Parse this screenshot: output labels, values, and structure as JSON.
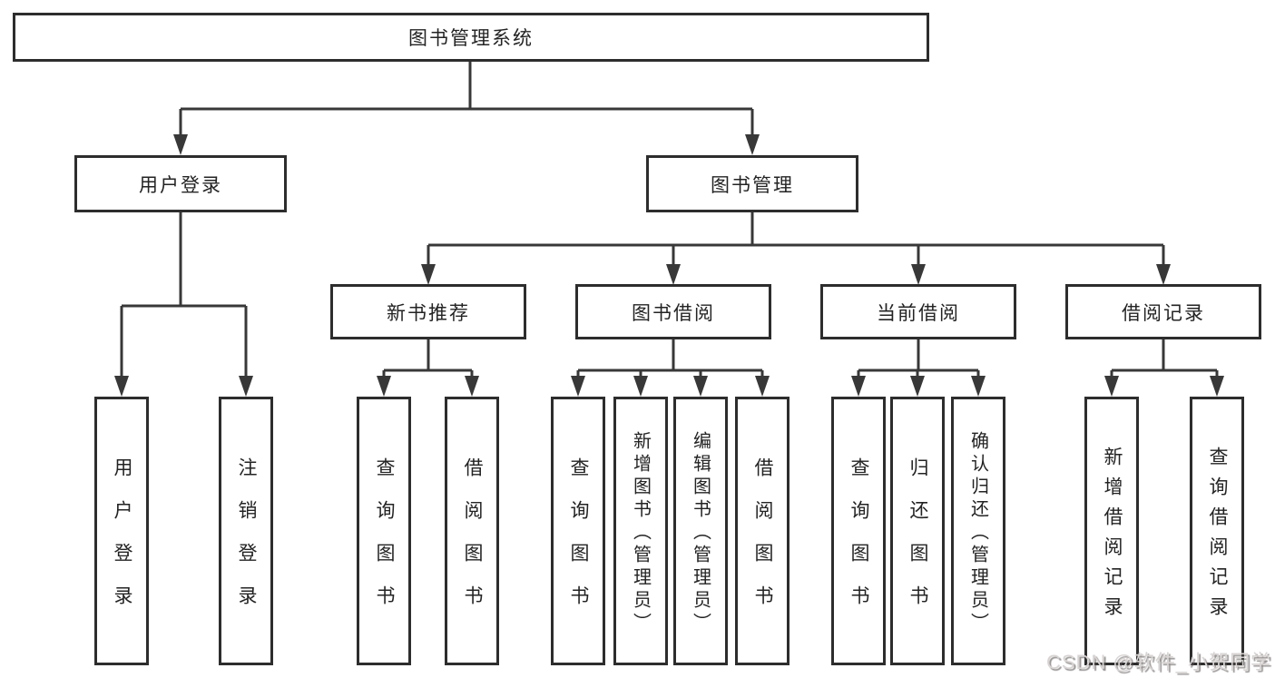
{
  "diagram": {
    "title_note": "",
    "root": {
      "label": "图书管理系统"
    },
    "branches": [
      {
        "label": "用户登录",
        "children": [
          {
            "label": "用户登录"
          },
          {
            "label": "注销登录"
          }
        ]
      },
      {
        "label": "图书管理",
        "children": [
          {
            "label": "新书推荐",
            "children": [
              {
                "label": "查询图书"
              },
              {
                "label": "借阅图书"
              }
            ]
          },
          {
            "label": "图书借阅",
            "children": [
              {
                "label": "查询图书"
              },
              {
                "label": "新增图书（管理员）"
              },
              {
                "label": "编辑图书（管理员）"
              },
              {
                "label": "借阅图书"
              }
            ]
          },
          {
            "label": "当前借阅",
            "children": [
              {
                "label": "查询图书"
              },
              {
                "label": "归还图书"
              },
              {
                "label": "确认归还（管理员）"
              }
            ]
          },
          {
            "label": "借阅记录",
            "children": [
              {
                "label": "新增借阅记录"
              },
              {
                "label": "查询借阅记录"
              }
            ]
          }
        ]
      }
    ]
  },
  "watermark": {
    "text": "CSDN @软件_小贺同学"
  },
  "colors": {
    "line": "#383838",
    "box_border": "#2d2d2d",
    "box_fill": "#ffffff",
    "text": "#232323",
    "watermark": "#d9d4d4"
  }
}
